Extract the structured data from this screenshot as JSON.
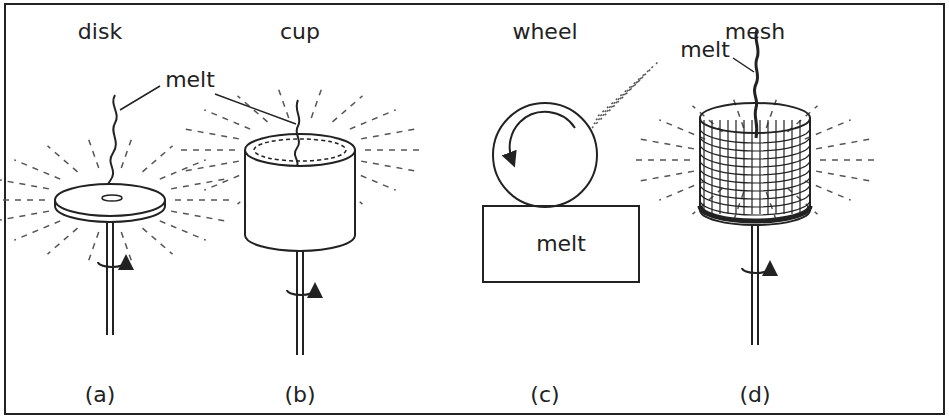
{
  "diagram": {
    "nodes": [
      {
        "text": [
          "melt"
        ]
      }
    ],
    "labels": [
      "disk",
      "cup",
      "wheel",
      "mesh",
      "melt",
      "melt",
      "(a)",
      "(b)",
      "(c)",
      "(d)"
    ]
  }
}
